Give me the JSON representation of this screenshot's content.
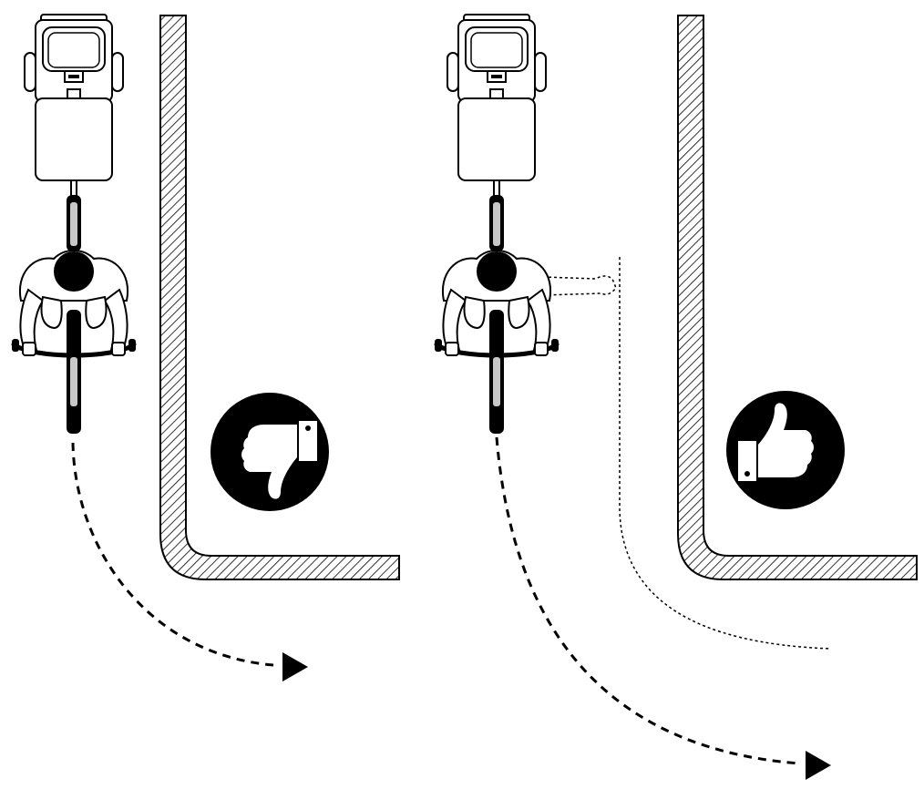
{
  "panels": [
    {
      "id": "wrong-turn",
      "verdict": "bad",
      "verdict_icon": "thumbs-down-icon",
      "path_style": "wide-sweep-arrow"
    },
    {
      "id": "correct-turn",
      "verdict": "good",
      "verdict_icon": "thumbs-up-icon",
      "path_style": "wide-sweep-arrow",
      "extra": "dotted-arm-reach-guide"
    }
  ],
  "colors": {
    "ink": "#000000",
    "paper": "#ffffff",
    "frame_gray": "#c8c8c8"
  }
}
